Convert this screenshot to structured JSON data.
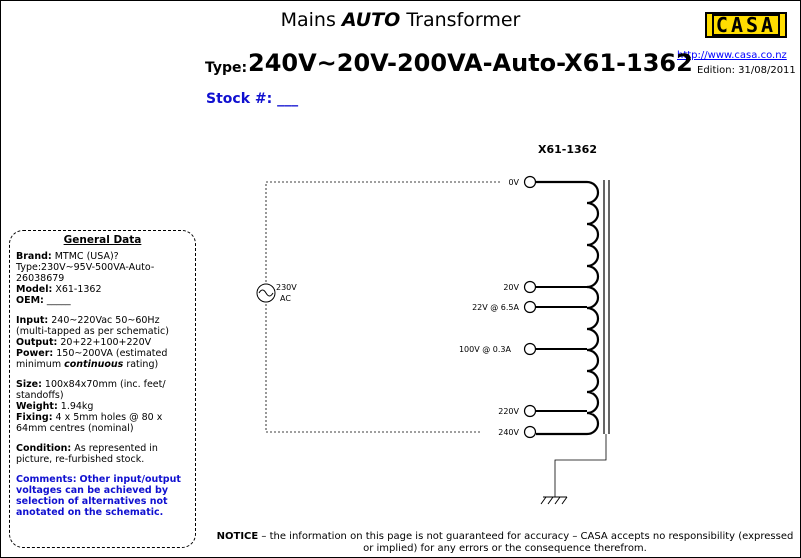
{
  "header": {
    "title_pre": "Mains ",
    "title_bold": "AUTO",
    "title_post": " Transformer",
    "logo_text": "CASA",
    "url": "http://www.casa.co.nz",
    "edition": "Edition: 31/08/2011",
    "type_label": "Type:",
    "type_value": "240V~20V-200VA-Auto-X61-1362",
    "stock": "Stock #: ___"
  },
  "schematic": {
    "part": "X61-1362",
    "source": [
      "230V",
      "AC"
    ],
    "taps": [
      "0V",
      "20V",
      "22V @ 6.5A",
      "100V @ 0.3A",
      "220V",
      "240V"
    ]
  },
  "general": {
    "heading": "General Data",
    "brand_label": "Brand:",
    "brand": "MTMC (USA)?",
    "brand_type": "Type:230V~95V-500VA-Auto-26038679",
    "model_label": "Model:",
    "model": "X61-1362",
    "oem_label": "OEM:",
    "oem": "_____",
    "input_label": "Input:",
    "input": "240~220Vac 50~60Hz (multi-tapped as per schematic)",
    "output_label": "Output:",
    "output": "20+22+100+220V",
    "power_label": "Power:",
    "power_pre": "150~200VA (estimated minimum ",
    "power_em": "continuous",
    "power_post": " rating)",
    "size_label": "Size:",
    "size": "100x84x70mm (inc. feet/ standoffs)",
    "weight_label": "Weight:",
    "weight": "1.94kg",
    "fixing_label": "Fixing:",
    "fixing": "4 x 5mm holes @ 80 x 64mm centres (nominal)",
    "condition_label": "Condition:",
    "condition": "As represented in picture, re-furbished stock.",
    "comments_label": "Comments:",
    "comments": "Other input/output voltages can be achieved by selection of alternatives not anotated on the schematic."
  },
  "notice": {
    "label": "NOTICE",
    "text": " – the information on this page is not guaranteed for accuracy – CASA accepts no responsibility (expressed or implied) for any errors or the consequence therefrom."
  }
}
